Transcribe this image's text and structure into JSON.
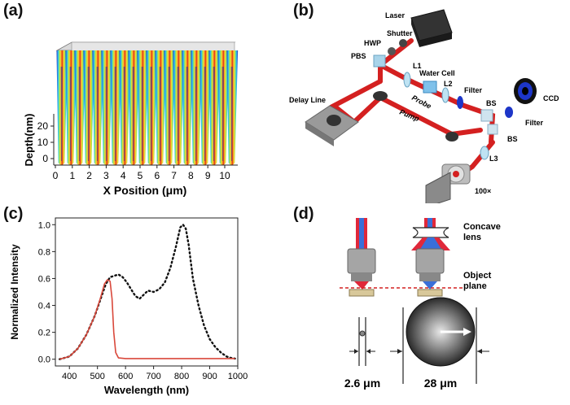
{
  "panels": {
    "a": "(a)",
    "b": "(b)",
    "c": "(c)",
    "d": "(d)"
  },
  "panel_a": {
    "xlabel": "X Position (μm)",
    "ylabel": "Depth(nm)",
    "xticks": [
      "0",
      "1",
      "2",
      "3",
      "4",
      "5",
      "6",
      "7",
      "8",
      "9",
      "10"
    ],
    "yticks": [
      "0",
      "10",
      "20"
    ],
    "stripe_count": 20,
    "colors": [
      "#1a2ea8",
      "#2f86e8",
      "#36d4e6",
      "#9ee04a",
      "#f3e23a",
      "#f59a23",
      "#e02d1c"
    ]
  },
  "panel_b": {
    "labels": {
      "laser": "Laser",
      "shutter": "Shutter",
      "hwp": "HWP",
      "pbs": "PBS",
      "l1": "L1",
      "water_cell": "Water Cell",
      "l2": "L2",
      "filter1": "Filter",
      "ccd": "CCD",
      "delay_line": "Delay Line",
      "probe": "Probe",
      "pump": "Pump",
      "bs1": "BS",
      "bs2": "BS",
      "filter2": "Filter",
      "l3": "L3",
      "objective": "100×"
    },
    "colors": {
      "beam": "#d42020",
      "optic": "#a9d4ea",
      "lens_blue": "#1d36c8"
    }
  },
  "chart_data": {
    "type": "line",
    "xlabel": "Wavelength (nm)",
    "ylabel": "Normalized Intensity",
    "xlim": [
      350,
      1000
    ],
    "ylim": [
      -0.05,
      1.05
    ],
    "xticks": [
      400,
      500,
      600,
      700,
      800,
      900,
      1000
    ],
    "yticks": [
      0.0,
      0.2,
      0.4,
      0.6,
      0.8,
      1.0
    ],
    "series": [
      {
        "style": "dotted",
        "color": "#111111",
        "x": [
          365,
          400,
          430,
          460,
          490,
          510,
          530,
          545,
          560,
          575,
          590,
          605,
          620,
          635,
          650,
          665,
          680,
          700,
          720,
          740,
          760,
          780,
          795,
          805,
          815,
          825,
          840,
          860,
          880,
          900,
          920,
          940,
          960,
          975,
          990
        ],
        "y": [
          0.0,
          0.02,
          0.08,
          0.18,
          0.32,
          0.44,
          0.56,
          0.61,
          0.62,
          0.63,
          0.61,
          0.57,
          0.52,
          0.47,
          0.45,
          0.48,
          0.51,
          0.5,
          0.52,
          0.57,
          0.68,
          0.84,
          0.98,
          1.0,
          0.97,
          0.85,
          0.6,
          0.4,
          0.25,
          0.15,
          0.09,
          0.05,
          0.02,
          0.01,
          0.005
        ]
      },
      {
        "style": "solid",
        "color": "#d9483b",
        "x": [
          365,
          400,
          430,
          460,
          490,
          510,
          525,
          535,
          545,
          552,
          558,
          565,
          575,
          600,
          700,
          800,
          900,
          990
        ],
        "y": [
          0.0,
          0.02,
          0.08,
          0.18,
          0.32,
          0.45,
          0.56,
          0.59,
          0.58,
          0.45,
          0.2,
          0.05,
          0.01,
          0.005,
          0.005,
          0.005,
          0.005,
          0.005
        ]
      }
    ]
  },
  "panel_d": {
    "labels": {
      "concave_lens": "Concave lens",
      "object_plane": "Object plane",
      "size_small": "2.6 μm",
      "size_large": "28 μm"
    },
    "colors": {
      "beam_red": "#e0283a",
      "beam_blue": "#3a6fd8",
      "plane": "#d42020"
    }
  }
}
